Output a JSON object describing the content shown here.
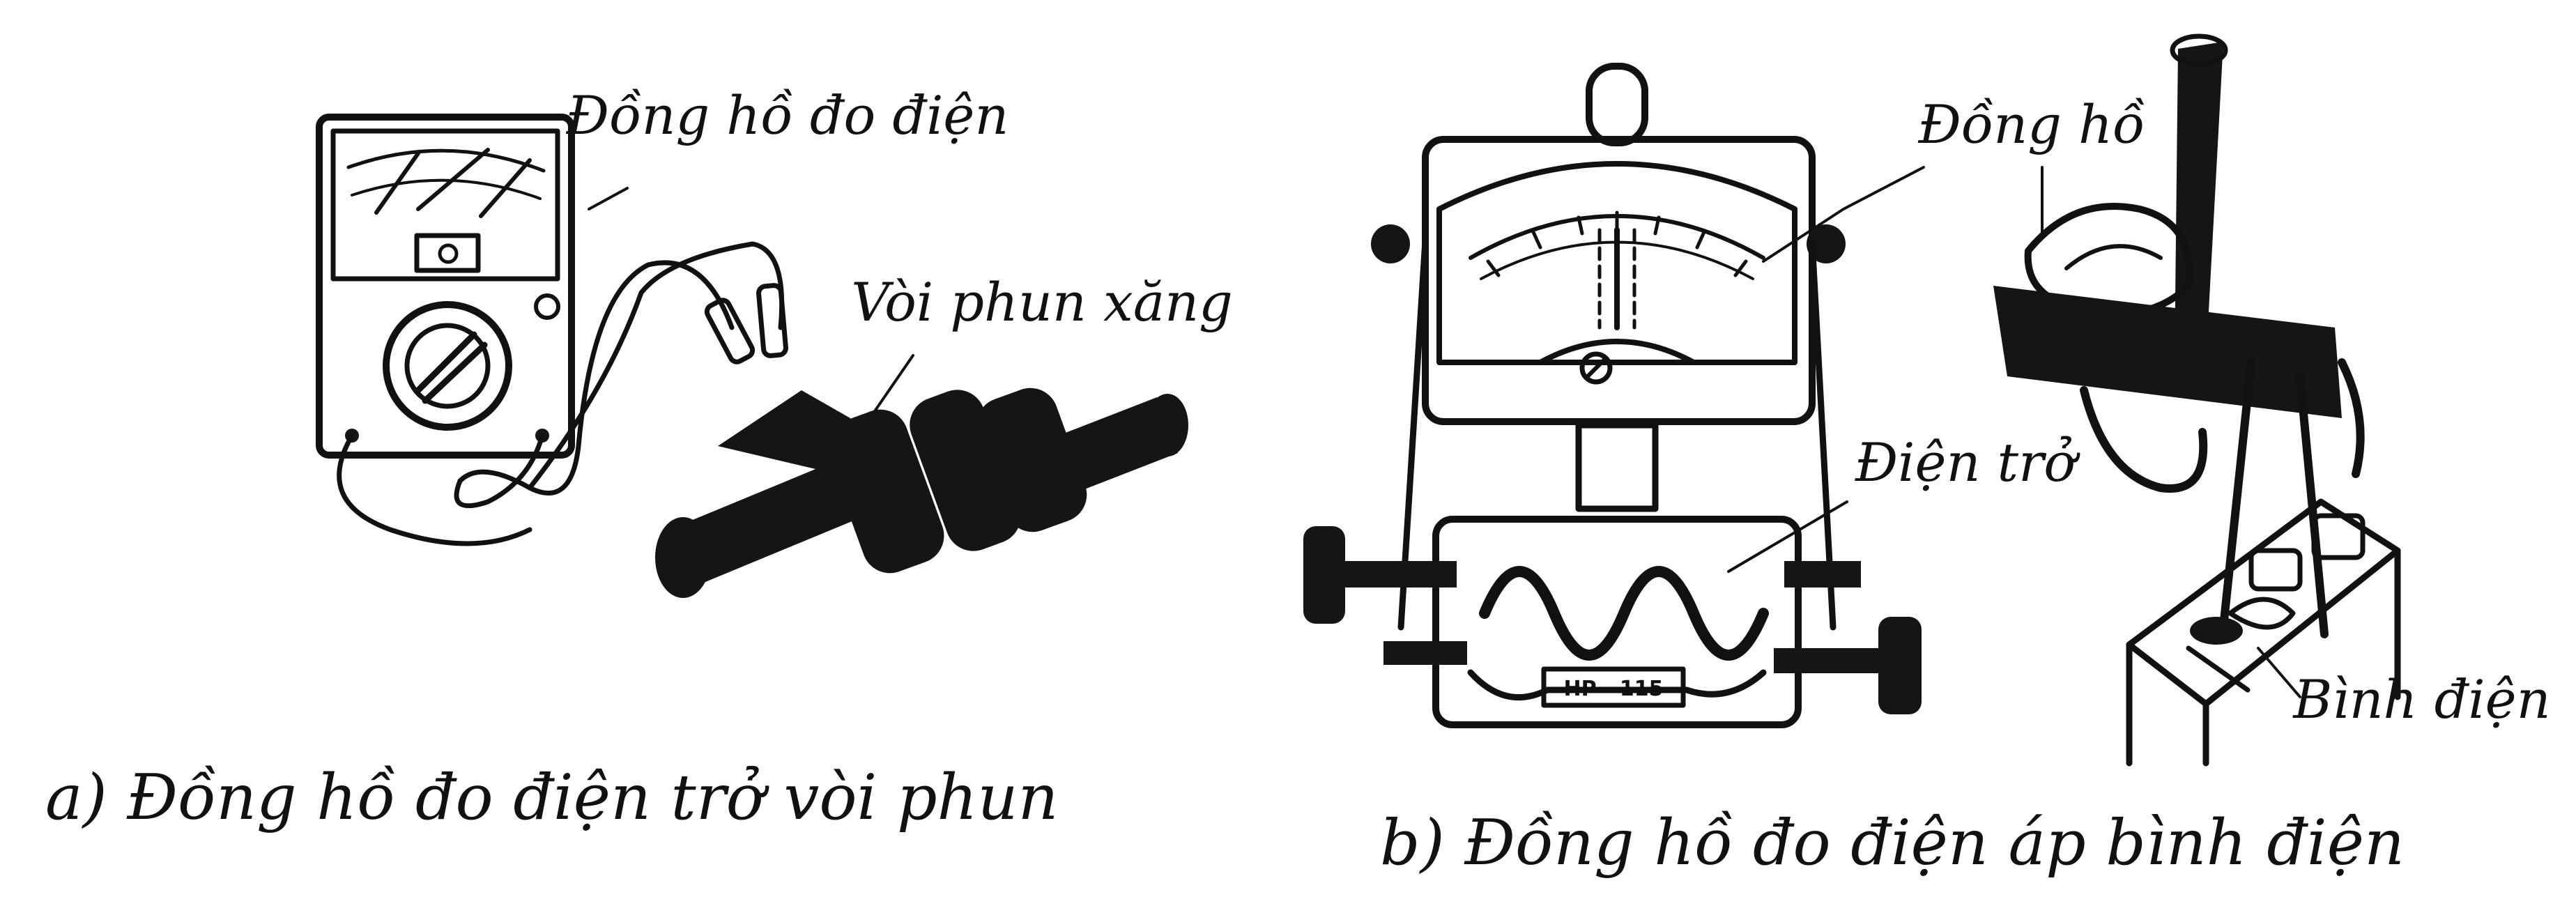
{
  "panel_a": {
    "caption": "a) Đồng hồ đo điện trở vòi phun",
    "label_meter": "Đồng hồ đo điện",
    "label_injector": "Vòi phun xăng"
  },
  "panel_b": {
    "caption": "b) Đồng hồ đo điện áp bình điện",
    "label_meter": "Đồng hồ",
    "label_resistor": "Điện trở",
    "label_battery": "Bình điện",
    "plate_text": "HP - 115"
  }
}
